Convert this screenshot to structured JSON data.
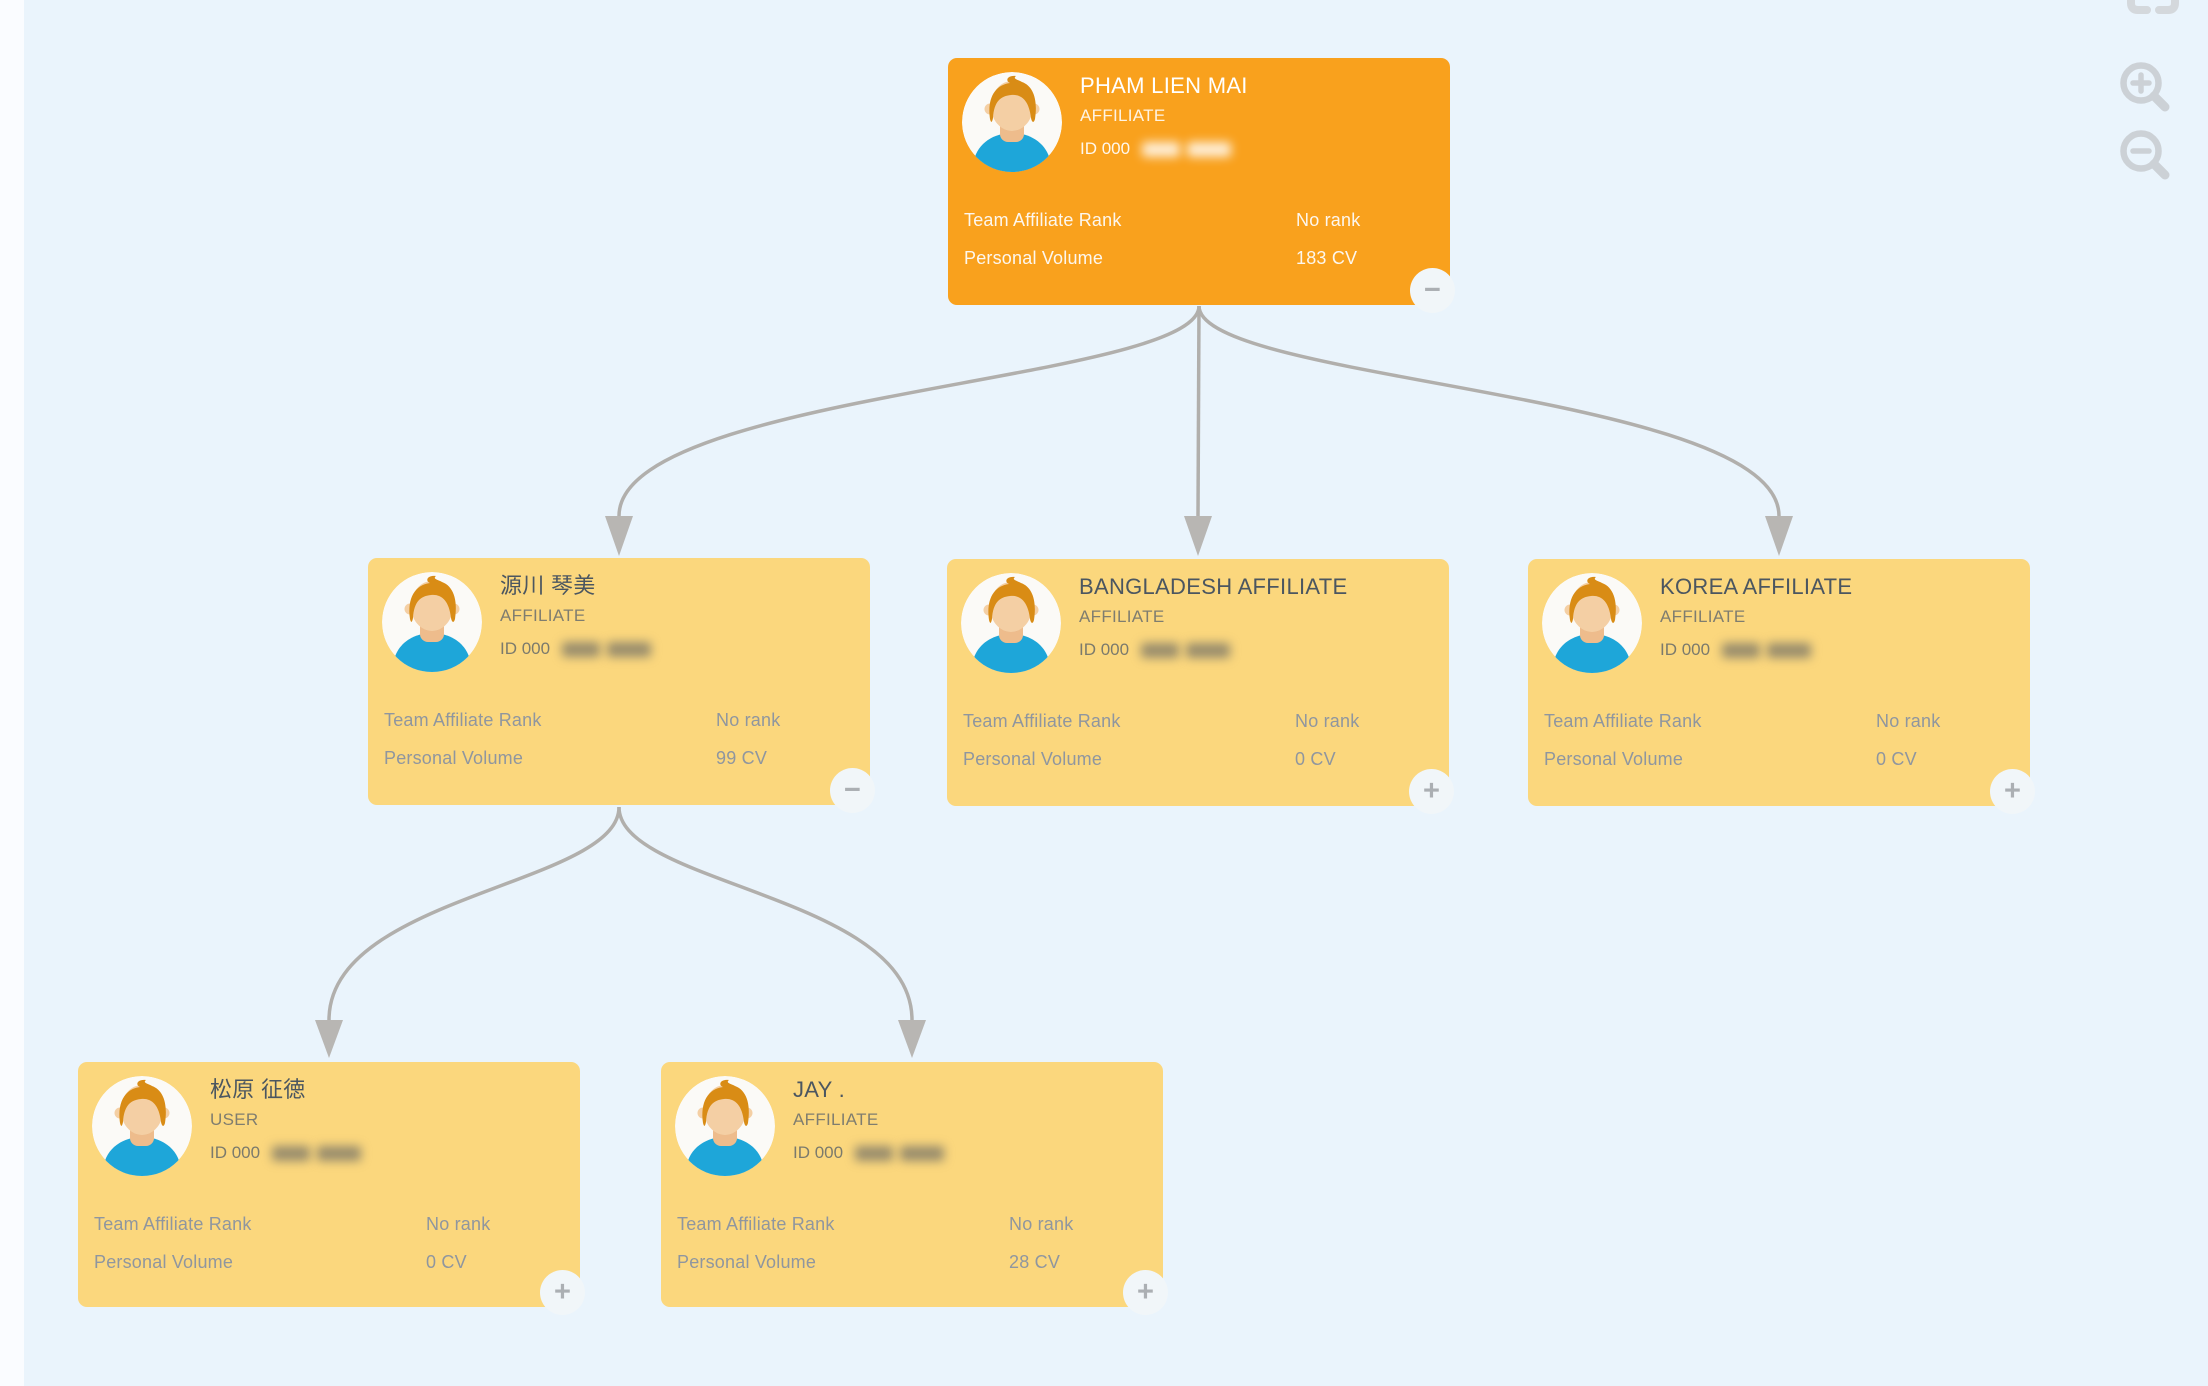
{
  "view": {
    "description": "Affiliate genealogy tree",
    "background_color": "#eaf4fc",
    "root_card_color": "#f9a11d",
    "child_card_color": "#fbd77d",
    "connector_color": "#b1afac"
  },
  "labels": {
    "team_rank": "Team Affiliate Rank",
    "personal_volume": "Personal Volume"
  },
  "controls": {
    "zoom_in": "zoom-in",
    "zoom_out": "zoom-out",
    "collapse_glyph": "−",
    "expand_glyph": "+"
  },
  "nodes": [
    {
      "name": "PHAM LIEN MAI",
      "role": "AFFILIATE",
      "id_label": "ID 000",
      "id_masked": true,
      "rank": "No rank",
      "volume": "183 CV",
      "toggle": "−"
    },
    {
      "name": "源川 琴美",
      "role": "AFFILIATE",
      "id_label": "ID 000",
      "id_masked": true,
      "rank": "No rank",
      "volume": "99 CV",
      "toggle": "−"
    },
    {
      "name": "BANGLADESH AFFILIATE",
      "role": "AFFILIATE",
      "id_label": "ID 000",
      "id_masked": true,
      "rank": "No rank",
      "volume": "0 CV",
      "toggle": "+"
    },
    {
      "name": "KOREA AFFILIATE",
      "role": "AFFILIATE",
      "id_label": "ID 000",
      "id_masked": true,
      "rank": "No rank",
      "volume": "0 CV",
      "toggle": "+"
    },
    {
      "name": "松原 征徳",
      "role": "USER",
      "id_label": "ID 000",
      "id_masked": true,
      "rank": "No rank",
      "volume": "0 CV",
      "toggle": "+"
    },
    {
      "name": "JAY .",
      "role": "AFFILIATE",
      "id_label": "ID 000",
      "id_masked": true,
      "rank": "No rank",
      "volume": "28 CV",
      "toggle": "+"
    }
  ],
  "edges": [
    {
      "from": 0,
      "to": 1
    },
    {
      "from": 0,
      "to": 2
    },
    {
      "from": 0,
      "to": 3
    },
    {
      "from": 1,
      "to": 4
    },
    {
      "from": 1,
      "to": 5
    }
  ]
}
